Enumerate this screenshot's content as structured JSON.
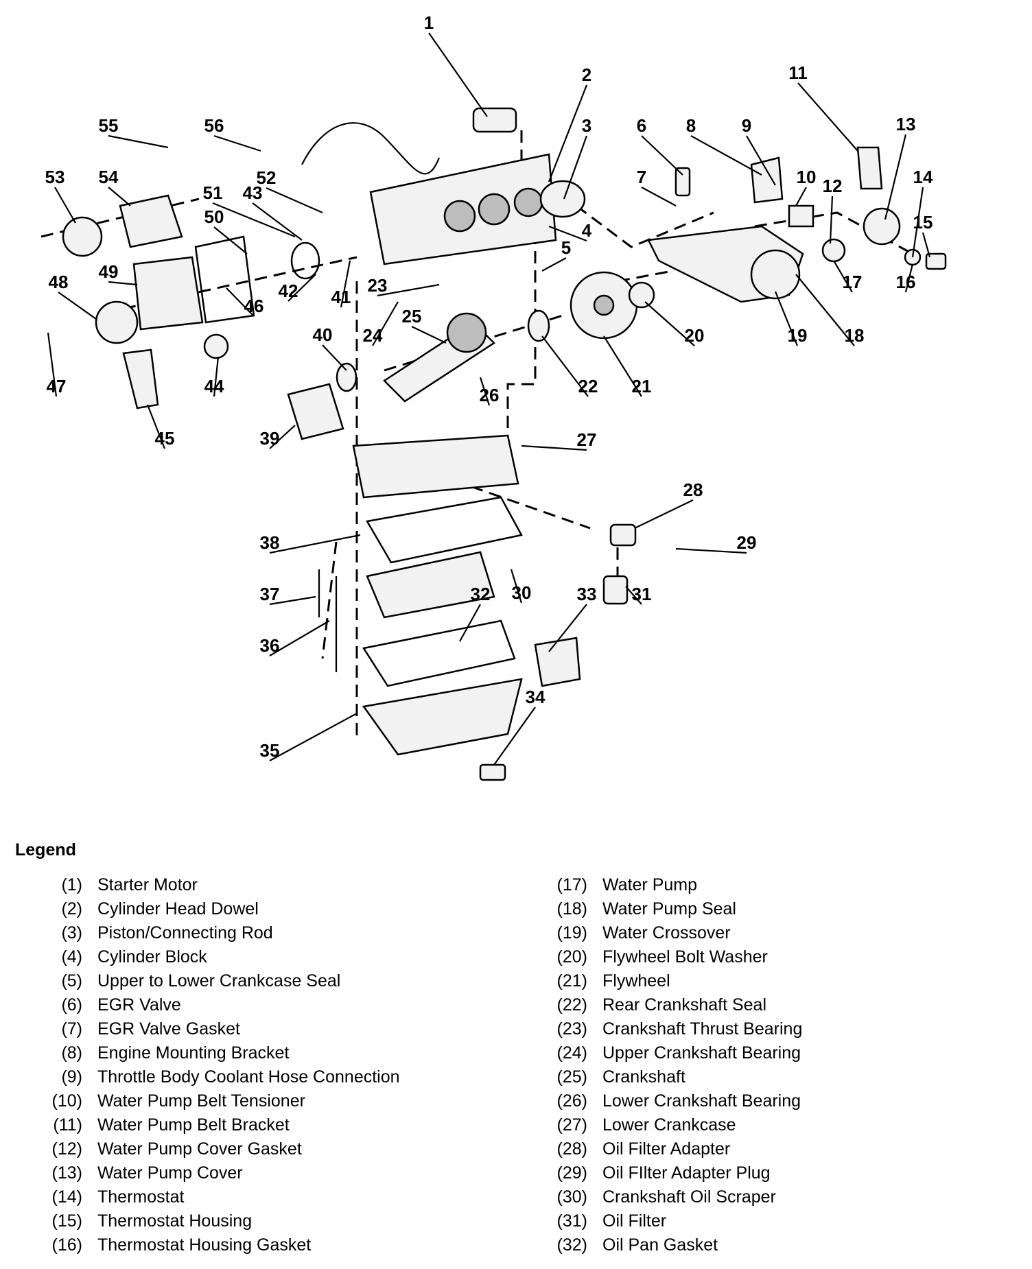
{
  "callouts": [
    {
      "id": "1"
    },
    {
      "id": "2"
    },
    {
      "id": "3"
    },
    {
      "id": "4"
    },
    {
      "id": "5"
    },
    {
      "id": "6"
    },
    {
      "id": "7"
    },
    {
      "id": "8"
    },
    {
      "id": "9"
    },
    {
      "id": "10"
    },
    {
      "id": "11"
    },
    {
      "id": "12"
    },
    {
      "id": "13"
    },
    {
      "id": "14"
    },
    {
      "id": "15"
    },
    {
      "id": "16"
    },
    {
      "id": "17"
    },
    {
      "id": "18"
    },
    {
      "id": "19"
    },
    {
      "id": "20"
    },
    {
      "id": "21"
    },
    {
      "id": "22"
    },
    {
      "id": "23"
    },
    {
      "id": "24"
    },
    {
      "id": "25"
    },
    {
      "id": "26"
    },
    {
      "id": "27"
    },
    {
      "id": "28"
    },
    {
      "id": "29"
    },
    {
      "id": "30"
    },
    {
      "id": "31"
    },
    {
      "id": "32"
    },
    {
      "id": "33"
    },
    {
      "id": "34"
    },
    {
      "id": "35"
    },
    {
      "id": "36"
    },
    {
      "id": "37"
    },
    {
      "id": "38"
    },
    {
      "id": "39"
    },
    {
      "id": "40"
    },
    {
      "id": "41"
    },
    {
      "id": "42"
    },
    {
      "id": "43"
    },
    {
      "id": "44"
    },
    {
      "id": "45"
    },
    {
      "id": "46"
    },
    {
      "id": "47"
    },
    {
      "id": "48"
    },
    {
      "id": "49"
    },
    {
      "id": "50"
    },
    {
      "id": "51"
    },
    {
      "id": "52"
    },
    {
      "id": "53"
    },
    {
      "id": "54"
    },
    {
      "id": "55"
    },
    {
      "id": "56"
    }
  ],
  "legend": {
    "title": "Legend",
    "left": [
      {
        "num": "(1)",
        "label": "Starter Motor"
      },
      {
        "num": "(2)",
        "label": "Cylinder Head Dowel"
      },
      {
        "num": "(3)",
        "label": "Piston/Connecting Rod"
      },
      {
        "num": "(4)",
        "label": "Cylinder Block"
      },
      {
        "num": "(5)",
        "label": "Upper to Lower Crankcase Seal"
      },
      {
        "num": "(6)",
        "label": "EGR Valve"
      },
      {
        "num": "(7)",
        "label": "EGR Valve Gasket"
      },
      {
        "num": "(8)",
        "label": "Engine Mounting Bracket"
      },
      {
        "num": "(9)",
        "label": "Throttle Body Coolant Hose Connection"
      },
      {
        "num": "(10)",
        "label": "Water Pump Belt Tensioner"
      },
      {
        "num": "(11)",
        "label": "Water Pump Belt Bracket"
      },
      {
        "num": "(12)",
        "label": "Water Pump Cover Gasket"
      },
      {
        "num": "(13)",
        "label": "Water Pump Cover"
      },
      {
        "num": "(14)",
        "label": "Thermostat"
      },
      {
        "num": "(15)",
        "label": "Thermostat Housing"
      },
      {
        "num": "(16)",
        "label": "Thermostat Housing Gasket"
      }
    ],
    "right": [
      {
        "num": "(17)",
        "label": "Water Pump"
      },
      {
        "num": "(18)",
        "label": "Water Pump Seal"
      },
      {
        "num": "(19)",
        "label": "Water Crossover"
      },
      {
        "num": "(20)",
        "label": "Flywheel Bolt Washer"
      },
      {
        "num": "(21)",
        "label": "Flywheel"
      },
      {
        "num": "(22)",
        "label": "Rear Crankshaft Seal"
      },
      {
        "num": "(23)",
        "label": "Crankshaft Thrust Bearing"
      },
      {
        "num": "(24)",
        "label": "Upper Crankshaft Bearing"
      },
      {
        "num": "(25)",
        "label": "Crankshaft"
      },
      {
        "num": "(26)",
        "label": "Lower Crankshaft Bearing"
      },
      {
        "num": "(27)",
        "label": "Lower Crankcase"
      },
      {
        "num": "(28)",
        "label": "Oil Filter Adapter"
      },
      {
        "num": "(29)",
        "label": "Oil FIlter Adapter Plug"
      },
      {
        "num": "(30)",
        "label": "Crankshaft Oil Scraper"
      },
      {
        "num": "(31)",
        "label": "Oil Filter"
      },
      {
        "num": "(32)",
        "label": "Oil Pan Gasket"
      }
    ]
  }
}
